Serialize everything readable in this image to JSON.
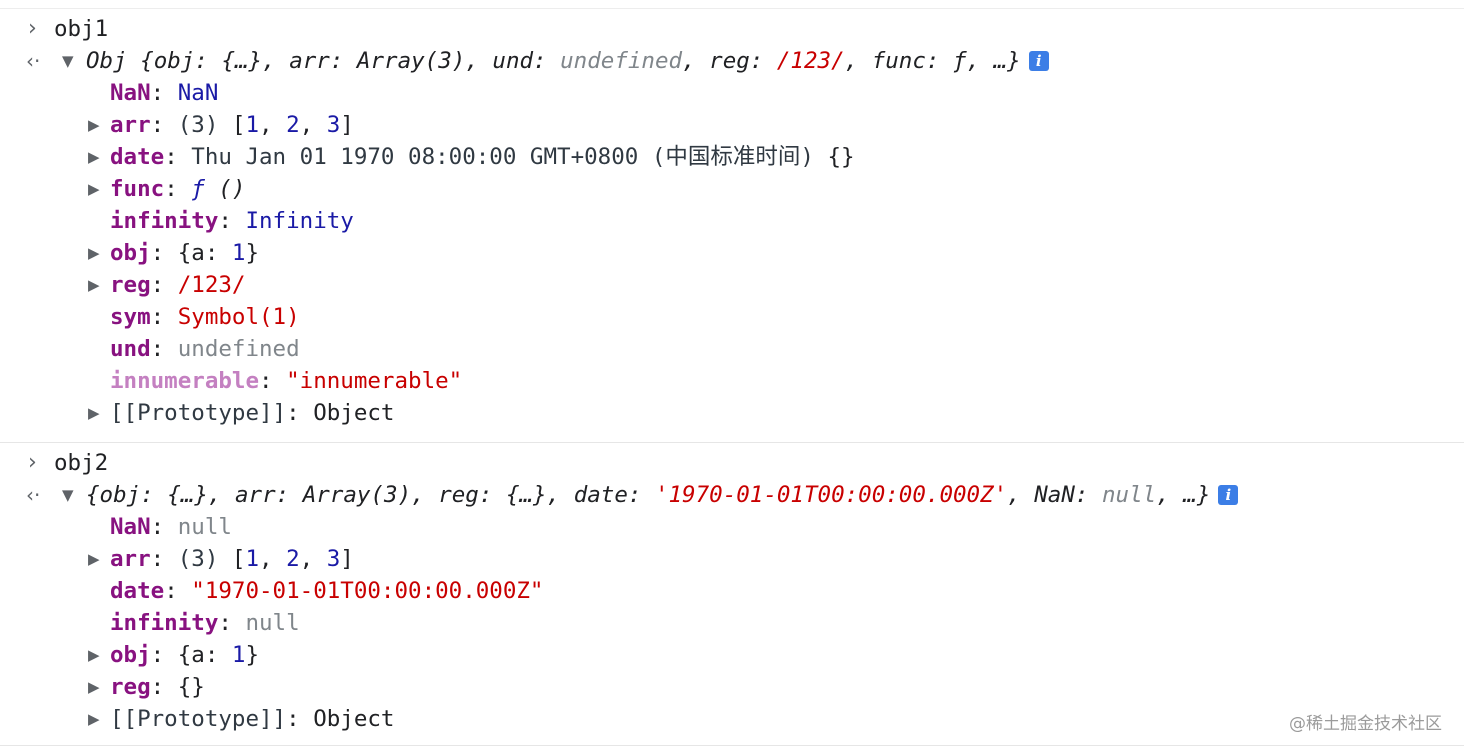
{
  "glyphs": {
    "prompt": "›",
    "return": "‹·",
    "expand": "▶",
    "collapse": "▼",
    "info": "i"
  },
  "entries": [
    {
      "command": "obj1",
      "summary": [
        {
          "t": "Obj {",
          "c": "punc"
        },
        {
          "t": "obj",
          "c": "punc"
        },
        {
          "t": ": {…}, ",
          "c": "punc"
        },
        {
          "t": "arr",
          "c": "punc"
        },
        {
          "t": ": Array(3), ",
          "c": "punc"
        },
        {
          "t": "und",
          "c": "punc"
        },
        {
          "t": ": ",
          "c": "punc"
        },
        {
          "t": "undefined",
          "c": "undef"
        },
        {
          "t": ", ",
          "c": "punc"
        },
        {
          "t": "reg",
          "c": "punc"
        },
        {
          "t": ": ",
          "c": "punc"
        },
        {
          "t": "/123/",
          "c": "str"
        },
        {
          "t": ", ",
          "c": "punc"
        },
        {
          "t": "func",
          "c": "punc"
        },
        {
          "t": ": ƒ, …}",
          "c": "punc"
        }
      ],
      "props": [
        {
          "key": "NaN",
          "expandable": false,
          "keyClass": "key",
          "value": [
            {
              "t": "NaN",
              "c": "num"
            }
          ]
        },
        {
          "key": "arr",
          "expandable": true,
          "keyClass": "key",
          "value": [
            {
              "t": "(3) ",
              "c": "plain"
            },
            {
              "t": "[",
              "c": "punc"
            },
            {
              "t": "1",
              "c": "num"
            },
            {
              "t": ", ",
              "c": "punc"
            },
            {
              "t": "2",
              "c": "num"
            },
            {
              "t": ", ",
              "c": "punc"
            },
            {
              "t": "3",
              "c": "num"
            },
            {
              "t": "]",
              "c": "punc"
            }
          ]
        },
        {
          "key": "date",
          "expandable": true,
          "keyClass": "key",
          "value": [
            {
              "t": "Thu Jan 01 1970 08:00:00 GMT+0800 (中国标准时间) ",
              "c": "plain"
            },
            {
              "t": "{}",
              "c": "punc"
            }
          ]
        },
        {
          "key": "func",
          "expandable": true,
          "keyClass": "key",
          "value": [
            {
              "t": "ƒ",
              "c": "num italic"
            },
            {
              "t": " ()",
              "c": "punc italic"
            }
          ]
        },
        {
          "key": "infinity",
          "expandable": false,
          "keyClass": "key",
          "value": [
            {
              "t": "Infinity",
              "c": "num"
            }
          ]
        },
        {
          "key": "obj",
          "expandable": true,
          "keyClass": "key",
          "value": [
            {
              "t": "{a: ",
              "c": "punc"
            },
            {
              "t": "1",
              "c": "num"
            },
            {
              "t": "}",
              "c": "punc"
            }
          ]
        },
        {
          "key": "reg",
          "expandable": true,
          "keyClass": "key",
          "value": [
            {
              "t": "/123/",
              "c": "str"
            }
          ]
        },
        {
          "key": "sym",
          "expandable": false,
          "keyClass": "key",
          "value": [
            {
              "t": "Symbol(1)",
              "c": "str"
            }
          ]
        },
        {
          "key": "und",
          "expandable": false,
          "keyClass": "key",
          "value": [
            {
              "t": "undefined",
              "c": "undef"
            }
          ]
        },
        {
          "key": "innumerable",
          "expandable": false,
          "keyClass": "key-nonenum",
          "value": [
            {
              "t": "\"innumerable\"",
              "c": "str"
            }
          ]
        },
        {
          "key": "[[Prototype]]",
          "expandable": true,
          "keyClass": "plain",
          "value": [
            {
              "t": "Object",
              "c": "punc"
            }
          ]
        }
      ]
    },
    {
      "command": "obj2",
      "summary": [
        {
          "t": "{",
          "c": "punc"
        },
        {
          "t": "obj",
          "c": "punc"
        },
        {
          "t": ": {…}, ",
          "c": "punc"
        },
        {
          "t": "arr",
          "c": "punc"
        },
        {
          "t": ": Array(3), ",
          "c": "punc"
        },
        {
          "t": "reg",
          "c": "punc"
        },
        {
          "t": ": {…}, ",
          "c": "punc"
        },
        {
          "t": "date",
          "c": "punc"
        },
        {
          "t": ": ",
          "c": "punc"
        },
        {
          "t": "'1970-01-01T00:00:00.000Z'",
          "c": "str"
        },
        {
          "t": ", ",
          "c": "punc"
        },
        {
          "t": "NaN",
          "c": "punc"
        },
        {
          "t": ": ",
          "c": "punc"
        },
        {
          "t": "null",
          "c": "undef"
        },
        {
          "t": ", …}",
          "c": "punc"
        }
      ],
      "props": [
        {
          "key": "NaN",
          "expandable": false,
          "keyClass": "key",
          "value": [
            {
              "t": "null",
              "c": "undef"
            }
          ]
        },
        {
          "key": "arr",
          "expandable": true,
          "keyClass": "key",
          "value": [
            {
              "t": "(3) ",
              "c": "plain"
            },
            {
              "t": "[",
              "c": "punc"
            },
            {
              "t": "1",
              "c": "num"
            },
            {
              "t": ", ",
              "c": "punc"
            },
            {
              "t": "2",
              "c": "num"
            },
            {
              "t": ", ",
              "c": "punc"
            },
            {
              "t": "3",
              "c": "num"
            },
            {
              "t": "]",
              "c": "punc"
            }
          ]
        },
        {
          "key": "date",
          "expandable": false,
          "keyClass": "key",
          "value": [
            {
              "t": "\"1970-01-01T00:00:00.000Z\"",
              "c": "str"
            }
          ]
        },
        {
          "key": "infinity",
          "expandable": false,
          "keyClass": "key",
          "value": [
            {
              "t": "null",
              "c": "undef"
            }
          ]
        },
        {
          "key": "obj",
          "expandable": true,
          "keyClass": "key",
          "value": [
            {
              "t": "{a: ",
              "c": "punc"
            },
            {
              "t": "1",
              "c": "num"
            },
            {
              "t": "}",
              "c": "punc"
            }
          ]
        },
        {
          "key": "reg",
          "expandable": true,
          "keyClass": "key",
          "value": [
            {
              "t": "{}",
              "c": "punc"
            }
          ]
        },
        {
          "key": "[[Prototype]]",
          "expandable": true,
          "keyClass": "plain",
          "value": [
            {
              "t": "Object",
              "c": "punc"
            }
          ]
        }
      ]
    }
  ],
  "watermark": "@稀土掘金技术社区",
  "colors": {
    "key": "#881280",
    "key_nonenumerable": "#c480c1",
    "number": "#1a1aa6",
    "string": "#c80000",
    "undefined": "#80868b",
    "info_badge": "#3c7ee6"
  }
}
